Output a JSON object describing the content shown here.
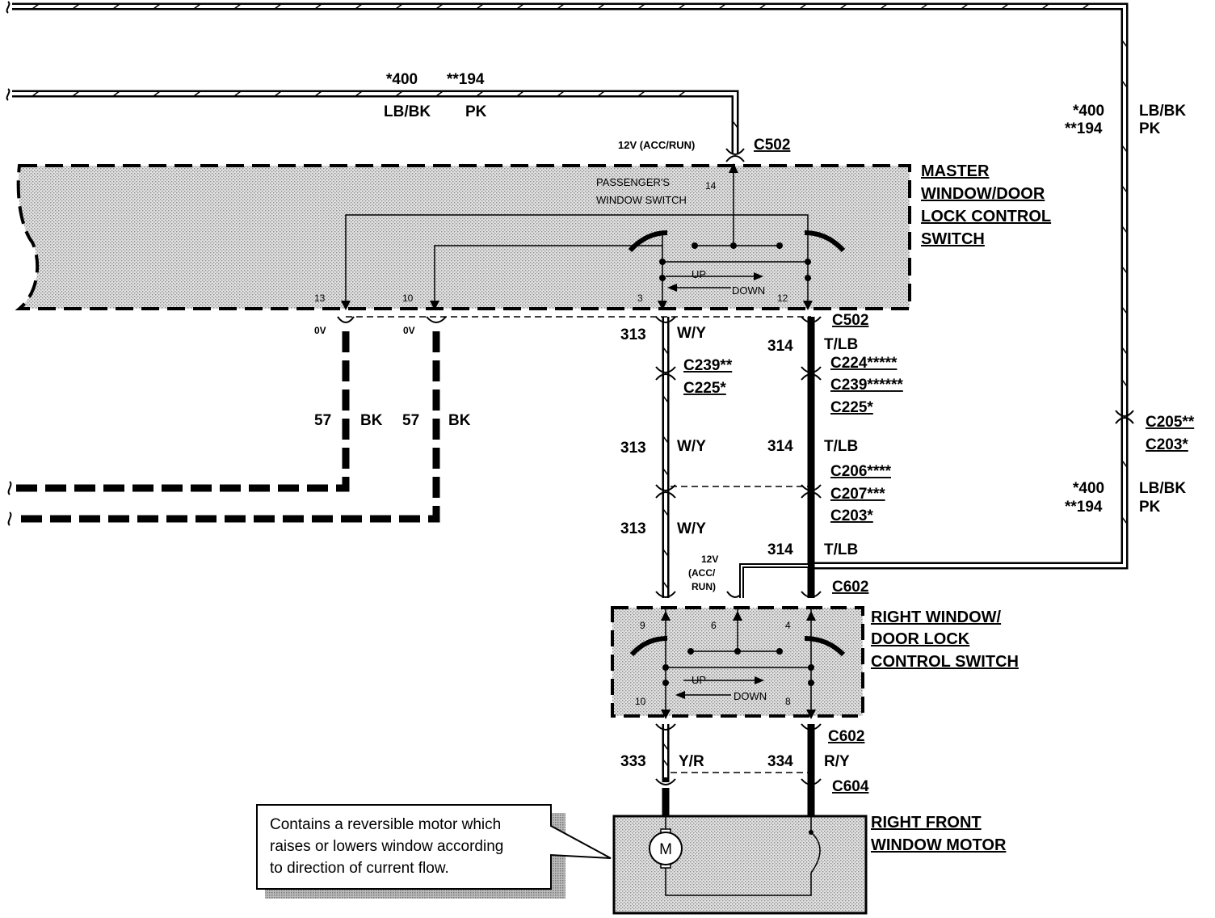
{
  "colors": {
    "wire": "#000000",
    "module_fill": "#d4d4d4",
    "background": "#ffffff"
  },
  "top_feed": {
    "circuit_a": "*400",
    "circuit_b": "**194",
    "color_a": "LB/BK",
    "color_b": "PK",
    "voltage": "12V (ACC/RUN)",
    "connector": "C502"
  },
  "master_switch": {
    "title": [
      "MASTER",
      "WINDOW/DOOR",
      "LOCK CONTROL",
      "SWITCH"
    ],
    "sub_label": [
      "PASSENGER'S",
      "WINDOW SWITCH"
    ],
    "pins": {
      "p14": "14",
      "p13": "13",
      "p10": "10",
      "p3": "3",
      "p12": "12"
    },
    "up": "UP",
    "down": "DOWN"
  },
  "ground_wires": {
    "voltage_left": "0V",
    "voltage_right": "0V",
    "circuit": "57",
    "color": "BK"
  },
  "left_harness": {
    "circuit": "313",
    "color": "W/Y",
    "connectors_upper": [
      "C239**",
      "C225*"
    ]
  },
  "right_harness": {
    "circuit": "314",
    "color": "T/LB",
    "connector_top": "C502",
    "connectors_upper": [
      "C224*****",
      "C239******",
      "C225*"
    ],
    "connectors_lower": [
      "C206****",
      "C207***",
      "C203*"
    ]
  },
  "right_feed": {
    "circuit_a": "*400",
    "circuit_b": "**194",
    "color_a": "LB/BK",
    "color_b": "PK",
    "connectors": [
      "C205**",
      "C203*"
    ],
    "voltage": [
      "12V",
      "(ACC/",
      "RUN)"
    ],
    "connector_bottom": "C602"
  },
  "right_switch": {
    "title": [
      "RIGHT WINDOW/",
      "DOOR LOCK",
      "CONTROL SWITCH"
    ],
    "pins": {
      "p9": "9",
      "p6": "6",
      "p4": "4",
      "p10": "10",
      "p8": "8"
    },
    "up": "UP",
    "down": "DOWN"
  },
  "motor_wires": {
    "connector_top": "C602",
    "connector_bottom": "C604",
    "left_circuit": "333",
    "left_color": "Y/R",
    "right_circuit": "334",
    "right_color": "R/Y"
  },
  "motor": {
    "title": [
      "RIGHT FRONT",
      "WINDOW MOTOR"
    ],
    "symbol": "M",
    "note": [
      "Contains a reversible motor which",
      "raises or lowers window according",
      "to direction of current flow."
    ]
  }
}
